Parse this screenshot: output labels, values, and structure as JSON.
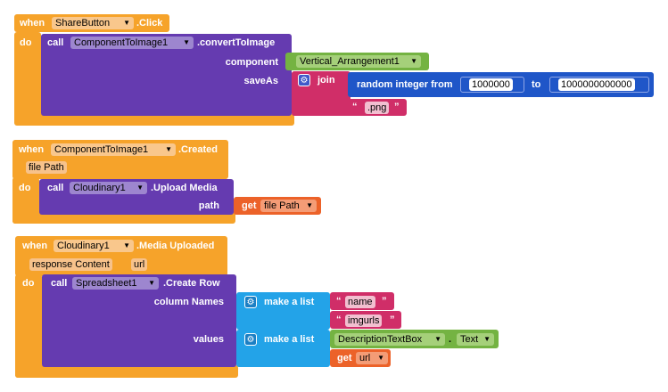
{
  "block1": {
    "when": "when",
    "component": "ShareButton",
    "event": ".Click",
    "do": "do",
    "call": "call",
    "call_component": "ComponentToImage1",
    "method": ".convertToImage",
    "arg1_label": "component",
    "arg1_value": "Vertical_Arrangement1",
    "arg2_label": "saveAs",
    "join": "join",
    "random_label": "random integer from",
    "from": "1000000",
    "to_label": "to",
    "to": "1000000000000",
    "ext_open": "“",
    "ext": ".png",
    "ext_close": "”"
  },
  "block2": {
    "when": "when",
    "component": "ComponentToImage1",
    "event": ".Created",
    "param": "file Path",
    "do": "do",
    "call": "call",
    "call_component": "Cloudinary1",
    "method": ".Upload Media",
    "arg_label": "path",
    "get": "get",
    "get_var": "file Path"
  },
  "block3": {
    "when": "when",
    "component": "Cloudinary1",
    "event": ".Media Uploaded",
    "param1": "response Content",
    "param2": "url",
    "do": "do",
    "call": "call",
    "call_component": "Spreadsheet1",
    "method": ".Create Row",
    "arg1_label": "column Names",
    "make_list": "make a list",
    "item1": "name",
    "item2": "imgurls",
    "arg2_label": "values",
    "make_list2": "make a list",
    "prop_component": "DescriptionTextBox",
    "dot": ".",
    "prop": "Text",
    "get": "get",
    "get_var": "url"
  }
}
